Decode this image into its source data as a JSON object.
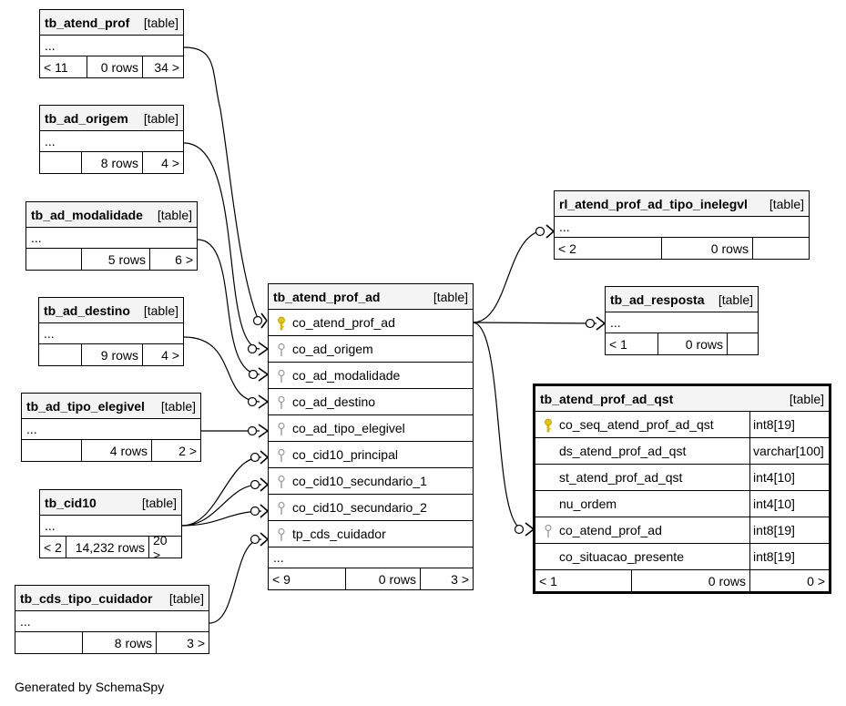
{
  "main_table": {
    "name": "tb_atend_prof_ad",
    "type": "[table]",
    "columns": [
      {
        "name": "co_atend_prof_ad",
        "key": "primary"
      },
      {
        "name": "co_ad_origem",
        "key": "foreign"
      },
      {
        "name": "co_ad_modalidade",
        "key": "foreign"
      },
      {
        "name": "co_ad_destino",
        "key": "foreign"
      },
      {
        "name": "co_ad_tipo_elegivel",
        "key": "foreign"
      },
      {
        "name": "co_cid10_principal",
        "key": "foreign"
      },
      {
        "name": "co_cid10_secundario_1",
        "key": "foreign"
      },
      {
        "name": "co_cid10_secundario_2",
        "key": "foreign"
      },
      {
        "name": "tp_cds_cuidador",
        "key": "foreign"
      }
    ],
    "ellipsis": "...",
    "footer": {
      "parents": "< 9",
      "rows": "0 rows",
      "children": "3 >"
    }
  },
  "tables": {
    "atend_prof": {
      "name": "tb_atend_prof",
      "type": "[table]",
      "ellipsis": "...",
      "parents": "< 11",
      "rows": "0 rows",
      "children": "34 >"
    },
    "ad_origem": {
      "name": "tb_ad_origem",
      "type": "[table]",
      "ellipsis": "...",
      "parents": "",
      "rows": "8 rows",
      "children": "4 >"
    },
    "ad_modalidade": {
      "name": "tb_ad_modalidade",
      "type": "[table]",
      "ellipsis": "...",
      "parents": "",
      "rows": "5 rows",
      "children": "6 >"
    },
    "ad_destino": {
      "name": "tb_ad_destino",
      "type": "[table]",
      "ellipsis": "...",
      "parents": "",
      "rows": "9 rows",
      "children": "4 >"
    },
    "ad_tipo_elegivel": {
      "name": "tb_ad_tipo_elegivel",
      "type": "[table]",
      "ellipsis": "...",
      "parents": "",
      "rows": "4 rows",
      "children": "2 >"
    },
    "cid10": {
      "name": "tb_cid10",
      "type": "[table]",
      "ellipsis": "...",
      "parents": "< 2",
      "rows": "14,232 rows",
      "children": "20 >"
    },
    "cds_tipo_cuidador": {
      "name": "tb_cds_tipo_cuidador",
      "type": "[table]",
      "ellipsis": "...",
      "parents": "",
      "rows": "8 rows",
      "children": "3 >"
    },
    "rl_inelegvl": {
      "name": "rl_atend_prof_ad_tipo_inelegvl",
      "type": "[table]",
      "ellipsis": "...",
      "parents": "< 2",
      "rows": "0 rows",
      "children": ""
    },
    "ad_resposta": {
      "name": "tb_ad_resposta",
      "type": "[table]",
      "ellipsis": "...",
      "parents": "< 1",
      "rows": "0 rows",
      "children": ""
    }
  },
  "qst_table": {
    "name": "tb_atend_prof_ad_qst",
    "type": "[table]",
    "columns": [
      {
        "name": "co_seq_atend_prof_ad_qst",
        "datatype": "int8[19]",
        "key": "primary"
      },
      {
        "name": "ds_atend_prof_ad_qst",
        "datatype": "varchar[100]",
        "key": ""
      },
      {
        "name": "st_atend_prof_ad_qst",
        "datatype": "int4[10]",
        "key": ""
      },
      {
        "name": "nu_ordem",
        "datatype": "int4[10]",
        "key": ""
      },
      {
        "name": "co_atend_prof_ad",
        "datatype": "int8[19]",
        "key": "foreign"
      },
      {
        "name": "co_situacao_presente",
        "datatype": "int8[19]",
        "key": ""
      }
    ],
    "footer": {
      "parents": "< 1",
      "rows": "0 rows",
      "children": "0 >"
    }
  },
  "colors": {
    "primary_key": "#e8c400",
    "foreign_key": "#9a9a9a",
    "header_bg": "#f4f4f4"
  },
  "footer_text": "Generated by SchemaSpy"
}
